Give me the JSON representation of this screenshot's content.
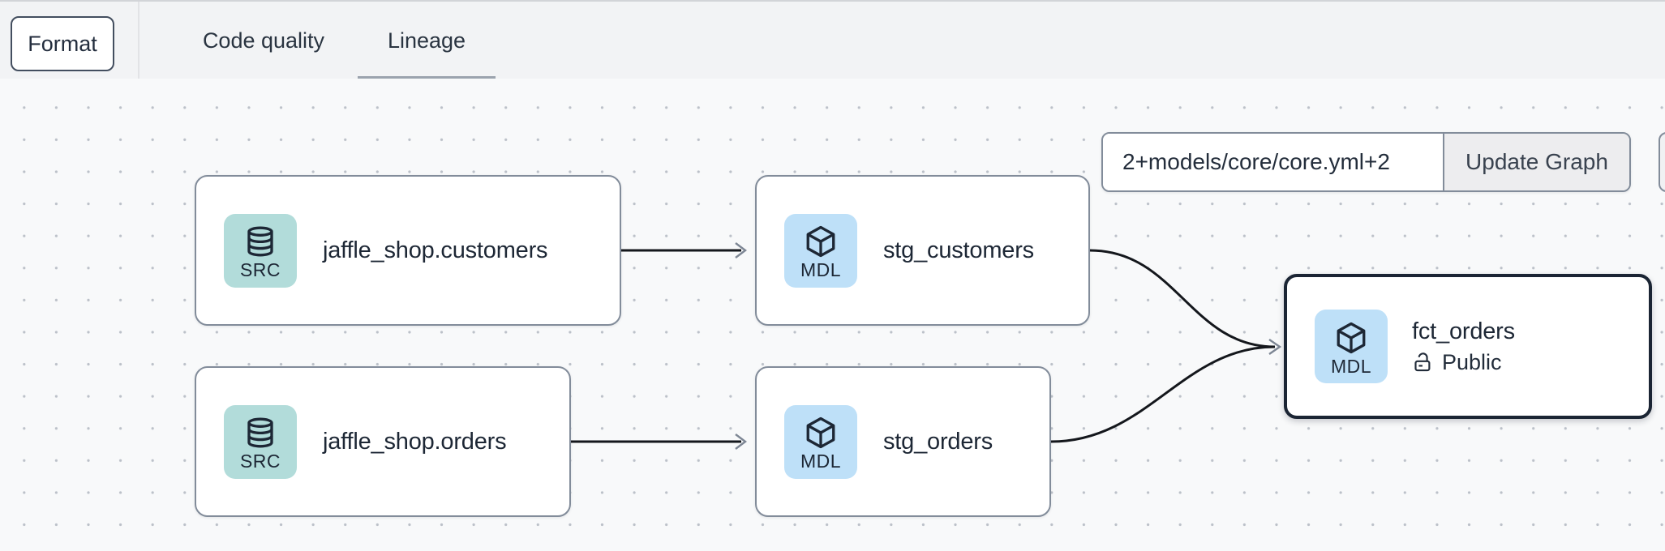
{
  "toolbar": {
    "format_label": "Format"
  },
  "tabs": [
    {
      "label": "Code quality",
      "active": false
    },
    {
      "label": "Lineage",
      "active": true
    }
  ],
  "lineage_controls": {
    "selector_value": "2+models/core/core.yml+2",
    "update_button_label": "Update Graph"
  },
  "nodes": [
    {
      "id": "jaffle_shop.customers",
      "title": "jaffle_shop.customers",
      "badge": "SRC",
      "type": "source",
      "selected": false
    },
    {
      "id": "stg_customers",
      "title": "stg_customers",
      "badge": "MDL",
      "type": "model",
      "selected": false
    },
    {
      "id": "jaffle_shop.orders",
      "title": "jaffle_shop.orders",
      "badge": "SRC",
      "type": "source",
      "selected": false
    },
    {
      "id": "stg_orders",
      "title": "stg_orders",
      "badge": "MDL",
      "type": "model",
      "selected": false
    },
    {
      "id": "fct_orders",
      "title": "fct_orders",
      "badge": "MDL",
      "type": "model",
      "selected": true,
      "access_label": "Public"
    }
  ],
  "edges": [
    {
      "from": "jaffle_shop.customers",
      "to": "stg_customers"
    },
    {
      "from": "jaffle_shop.orders",
      "to": "stg_orders"
    },
    {
      "from": "stg_customers",
      "to": "fct_orders"
    },
    {
      "from": "stg_orders",
      "to": "fct_orders"
    }
  ],
  "icons": {
    "source_badge": "database-icon",
    "model_badge": "cube-icon",
    "access_public": "unlock-icon",
    "edge_arrow": "chevron-right-icon"
  },
  "colors": {
    "source_badge_bg": "#b2dcda",
    "model_badge_bg": "#bee0f8",
    "node_border": "#828c9a",
    "selected_node_border": "#1b2534",
    "edge_stroke": "#14171c",
    "arrow_stroke": "#7d8694",
    "tab_underline": "#9ba3ae",
    "topbar_bg": "#f2f3f5",
    "canvas_bg": "#f8f9fa"
  }
}
